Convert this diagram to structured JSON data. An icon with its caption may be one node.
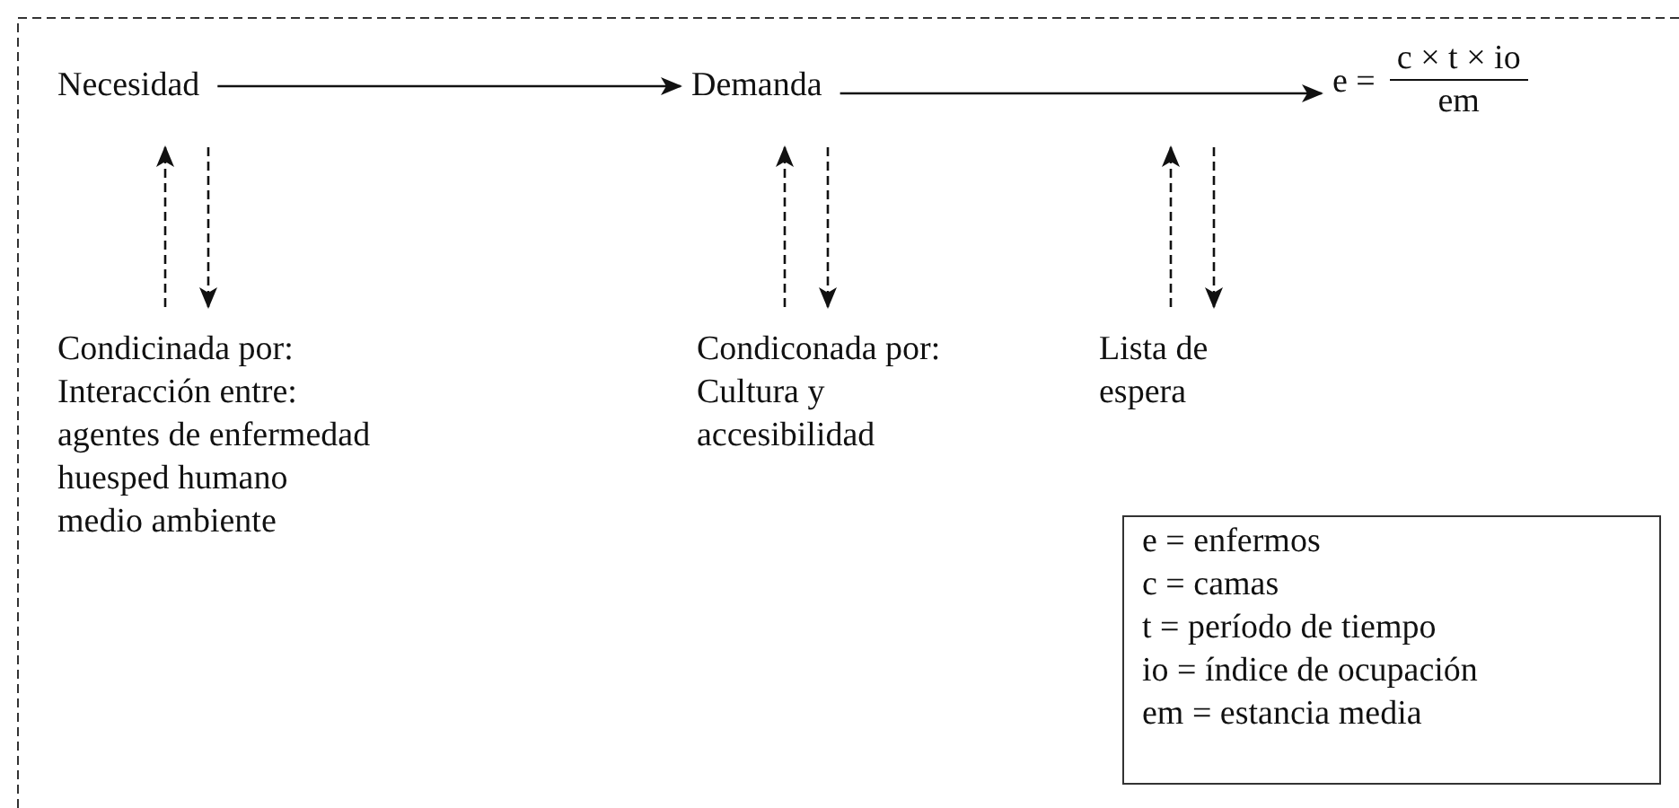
{
  "diagram": {
    "nodes": [
      {
        "text": [
          "Necesidad"
        ]
      },
      {
        "text": [
          "Demanda"
        ]
      },
      {
        "text": [
          "e =",
          "c × t × io",
          "em"
        ]
      },
      {
        "text": [
          "Condicinada por:",
          "Interacción entre:",
          "agentes de enfermedad",
          "huesped humano",
          "medio ambiente"
        ]
      },
      {
        "text": [
          "Condiconada por:",
          "Cultura y accesibilidad"
        ]
      },
      {
        "text": [
          "Lista de espera"
        ]
      },
      {
        "text": [
          "e = enfermos",
          "c = camas",
          "t = período de tiempo",
          "io = índice de ocupación",
          "em = estancia media"
        ]
      }
    ],
    "edges": [
      {
        "from": 0,
        "to": 1,
        "arrow": "to"
      },
      {
        "from": 1,
        "to": 2,
        "arrow": "to"
      },
      {
        "from": 3,
        "to": 0,
        "arrow": "to",
        "style": "dashed"
      },
      {
        "from": 0,
        "to": 3,
        "arrow": "to",
        "style": "dashed"
      },
      {
        "from": 4,
        "to": 1,
        "arrow": "to",
        "style": "dashed"
      },
      {
        "from": 1,
        "to": 4,
        "arrow": "to",
        "style": "dashed"
      },
      {
        "from": 5,
        "to": null,
        "arrow": "to",
        "style": "dashed"
      },
      {
        "from": null,
        "to": 5,
        "arrow": "to",
        "style": "dashed"
      }
    ]
  }
}
